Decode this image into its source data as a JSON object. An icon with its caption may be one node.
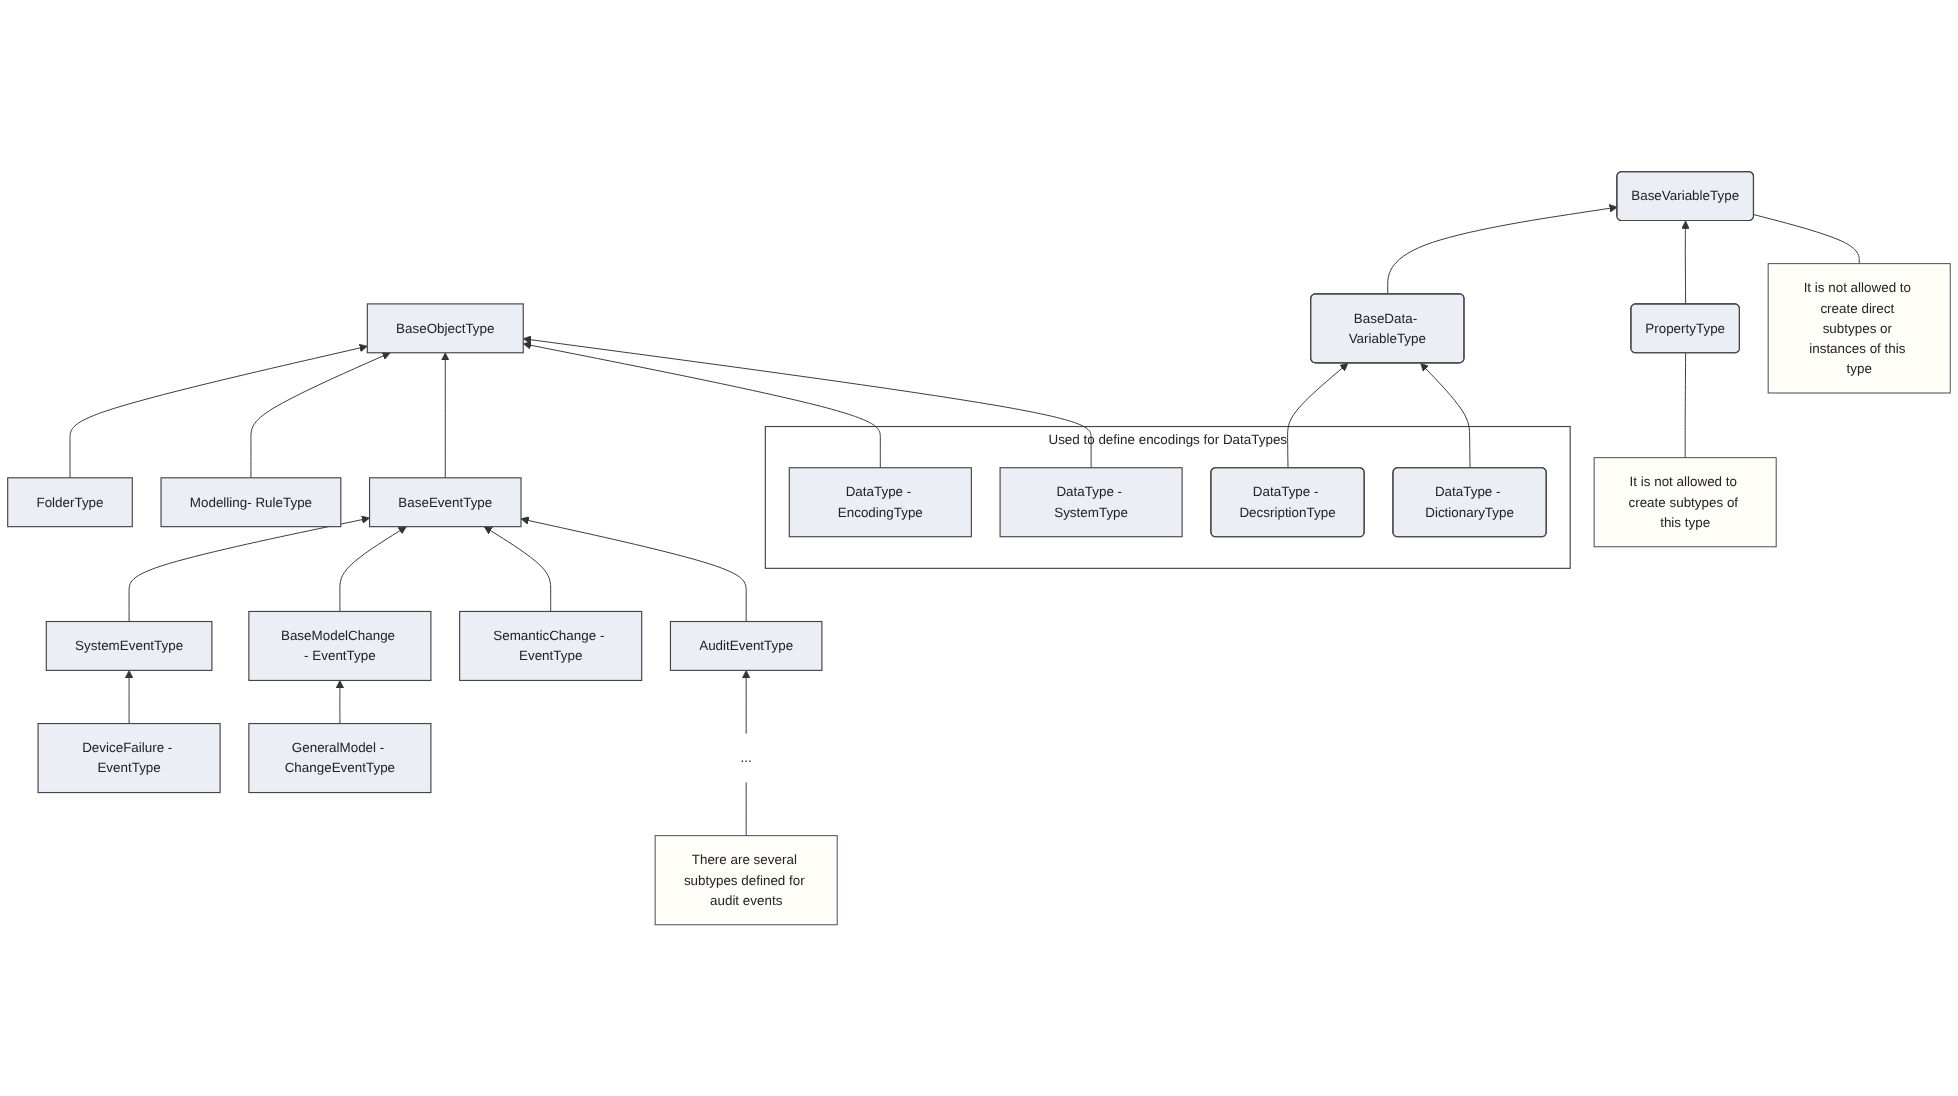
{
  "diagram": {
    "nodes": [
      {
        "text": [
          "BaseObjectType"
        ]
      },
      {
        "text": [
          "BaseVariableType"
        ]
      },
      {
        "text": [
          "It is not allowed to create direct subtypes or instances of this type"
        ]
      },
      {
        "text": [
          "FolderType"
        ]
      },
      {
        "text": [
          "Modelling- RuleType"
        ]
      },
      {
        "text": [
          "BaseData- VariableType"
        ]
      },
      {
        "text": [
          "PropertyType"
        ]
      },
      {
        "text": [
          "It is not allowed to create subtypes of this type"
        ]
      },
      {
        "text": [
          "Used to define encodings for DataTypes"
        ]
      },
      {
        "text": [
          "DataType - EncodingType"
        ],
        "in": 8
      },
      {
        "text": [
          "DataType - SystemType"
        ],
        "in": 8
      },
      {
        "text": [
          "DataType - DecsriptionType"
        ],
        "in": 8
      },
      {
        "text": [
          "DataType - DictionaryType"
        ],
        "in": 8
      },
      {
        "text": [
          "BaseEventType"
        ]
      },
      {
        "text": [
          "SystemEventType"
        ]
      },
      {
        "text": [
          "BaseModelChange - EventType"
        ]
      },
      {
        "text": [
          "SemanticChange - EventType"
        ]
      },
      {
        "text": [
          "AuditEventType"
        ]
      },
      {
        "text": [
          "..."
        ]
      },
      {
        "text": [
          "There are several subtypes defined for audit events"
        ]
      },
      {
        "text": [
          "DeviceFailure - EventType"
        ]
      },
      {
        "text": [
          "GeneralModel - ChangeEventType"
        ]
      }
    ],
    "edges": [
      {
        "from": 3,
        "to": 0,
        "arrow": "to"
      },
      {
        "from": 4,
        "to": 0,
        "arrow": "to"
      },
      {
        "from": 13,
        "to": 0,
        "arrow": "to"
      },
      {
        "from": 9,
        "to": 0,
        "arrow": "to"
      },
      {
        "from": 10,
        "to": 0,
        "arrow": "to"
      },
      {
        "from": 5,
        "to": 1,
        "arrow": "to"
      },
      {
        "from": 6,
        "to": 1,
        "arrow": "to"
      },
      {
        "from": 11,
        "to": 5,
        "arrow": "to"
      },
      {
        "from": 12,
        "to": 5,
        "arrow": "to"
      },
      {
        "from": 14,
        "to": 13,
        "arrow": "to"
      },
      {
        "from": 15,
        "to": 13,
        "arrow": "to"
      },
      {
        "from": 16,
        "to": 13,
        "arrow": "to"
      },
      {
        "from": 17,
        "to": 13,
        "arrow": "to"
      },
      {
        "from": 20,
        "to": 14,
        "arrow": "to"
      },
      {
        "from": 21,
        "to": 15,
        "arrow": "to"
      },
      {
        "from": 18,
        "to": 17,
        "arrow": "to"
      },
      {
        "from": 2,
        "to": 1,
        "arrow": "none"
      },
      {
        "from": 7,
        "to": 6,
        "arrow": "none"
      },
      {
        "from": 19,
        "to": 18,
        "arrow": "none"
      }
    ]
  }
}
